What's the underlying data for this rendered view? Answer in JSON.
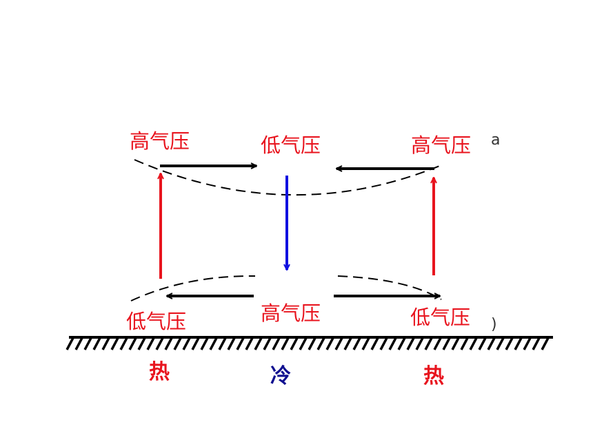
{
  "upper_labels": {
    "left": "高气压",
    "middle": "低气压",
    "right": "高气压"
  },
  "lower_labels": {
    "left": "低气压",
    "middle": "高气压",
    "right": "低气压"
  },
  "ground_labels": {
    "left": "热",
    "middle": "冷",
    "right": "热"
  },
  "colors": {
    "pressure_label": "#e8141e",
    "warm_label": "#e8141e",
    "cold_label": "#101090",
    "rising_arrow": "#e8141e",
    "sinking_arrow": "#1010e0",
    "horizontal_arrow": "#000000",
    "isobar": "#000000",
    "ground": "#000000"
  }
}
